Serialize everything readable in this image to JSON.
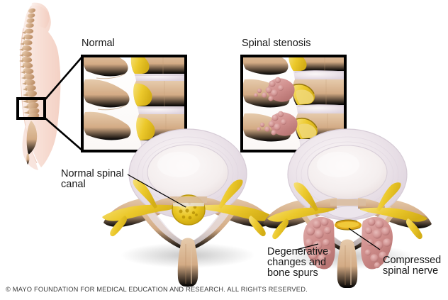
{
  "illustration": {
    "title": "Spinal stenosis comparison illustration",
    "background_color": "#ffffff"
  },
  "panels": {
    "normal_label": "Normal",
    "stenosis_label": "Spinal stenosis"
  },
  "annotations": {
    "normal_canal": "Normal spinal\ncanal",
    "normal_canal_line1": "Normal spinal",
    "normal_canal_line2": "canal",
    "degenerative_line1": "Degenerative",
    "degenerative_line2": "changes and",
    "degenerative_line3": "bone spurs",
    "compressed_line1": "Compressed",
    "compressed_line2": "spinal nerve"
  },
  "footer": {
    "copyright": "© MAYO FOUNDATION FOR MEDICAL EDUCATION AND RESEARCH. ALL RIGHTS RESERVED."
  },
  "colors": {
    "bone": "#cfa builder",
    "bone_tan": "#cda builder",
    "bone_fill": "#d2ab86",
    "bone_light": "#e3c7a9",
    "bone_shadow": "#b78f६",
    "disc_ring": "#e6dfe8",
    "disc_center": "#f3ecec",
    "nerve_yellow": "#e9c51f",
    "nerve_yellow_light": "#f2db63",
    "degenerative_rose": "#d59a9a",
    "degenerative_dark": "#bd7f7f",
    "skin": "#f7ded6",
    "text": "#1a1a1a",
    "frame_stroke": "#000000"
  },
  "body_figure": {
    "view": "lateral torso silhouette with spine",
    "highlight_box": "lumbar region"
  }
}
